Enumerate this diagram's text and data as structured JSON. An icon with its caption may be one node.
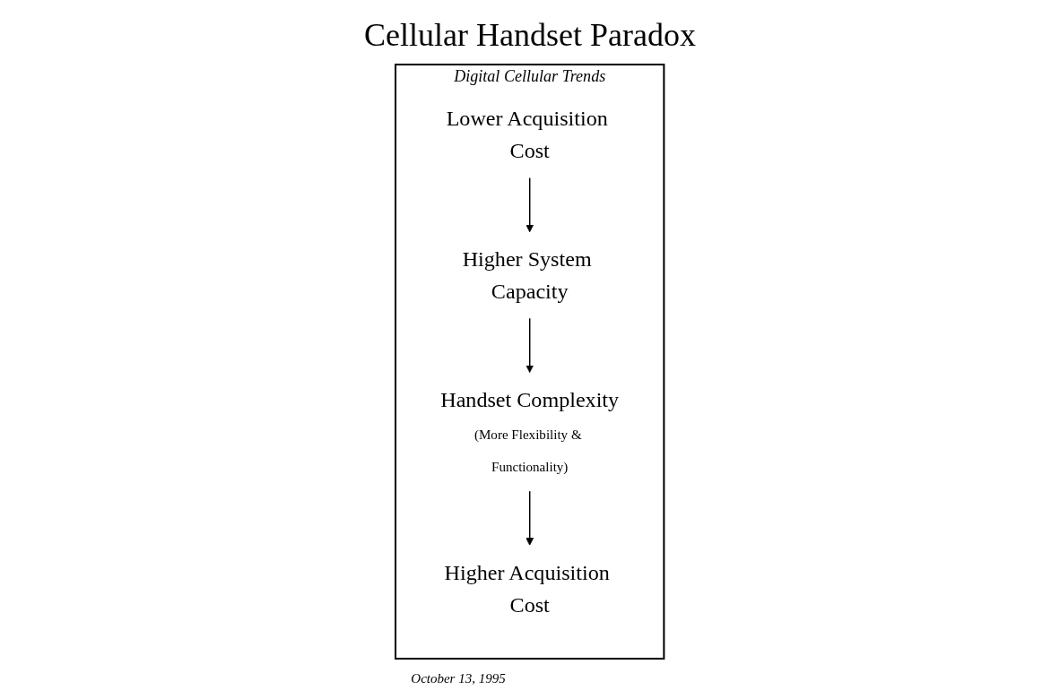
{
  "diagram": {
    "title": "Cellular Handset Paradox",
    "nodes": [
      {
        "text": [
          "Digital Cellular Trends"
        ]
      },
      {
        "text": [
          "Lower Acquisition Cost"
        ],
        "in": 0
      },
      {
        "text": [
          "Higher System Capacity"
        ],
        "in": 0
      },
      {
        "text": [
          "Handset Complexity",
          "(More Flexibility & Functionality)"
        ],
        "in": 0
      },
      {
        "text": [
          "Higher Acquisition Cost"
        ],
        "in": 0
      }
    ],
    "edges": [
      {
        "from": 1,
        "to": 2,
        "arrow": "to"
      },
      {
        "from": 2,
        "to": 3,
        "arrow": "to"
      },
      {
        "from": 3,
        "to": 4,
        "arrow": "to"
      }
    ],
    "labels": [
      "October 13, 1995"
    ]
  }
}
